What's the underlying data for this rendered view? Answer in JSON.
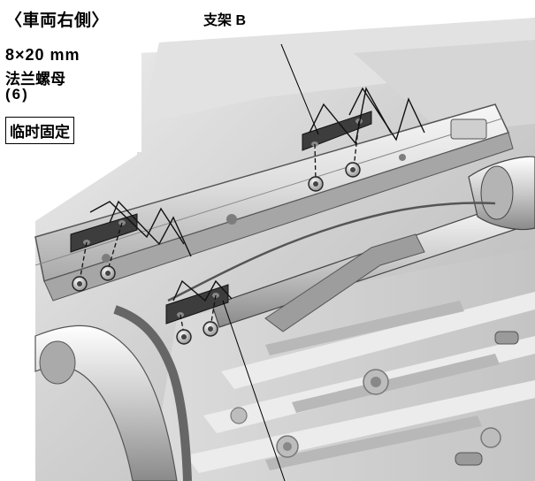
{
  "labels": {
    "side_title": "〈車両右側〉",
    "fastener_size": "8×20  mm",
    "fastener_name": "法兰螺母",
    "fastener_qty": "(6)",
    "temporary_fix": "临时固定",
    "bracket_b": "支架 B"
  }
}
